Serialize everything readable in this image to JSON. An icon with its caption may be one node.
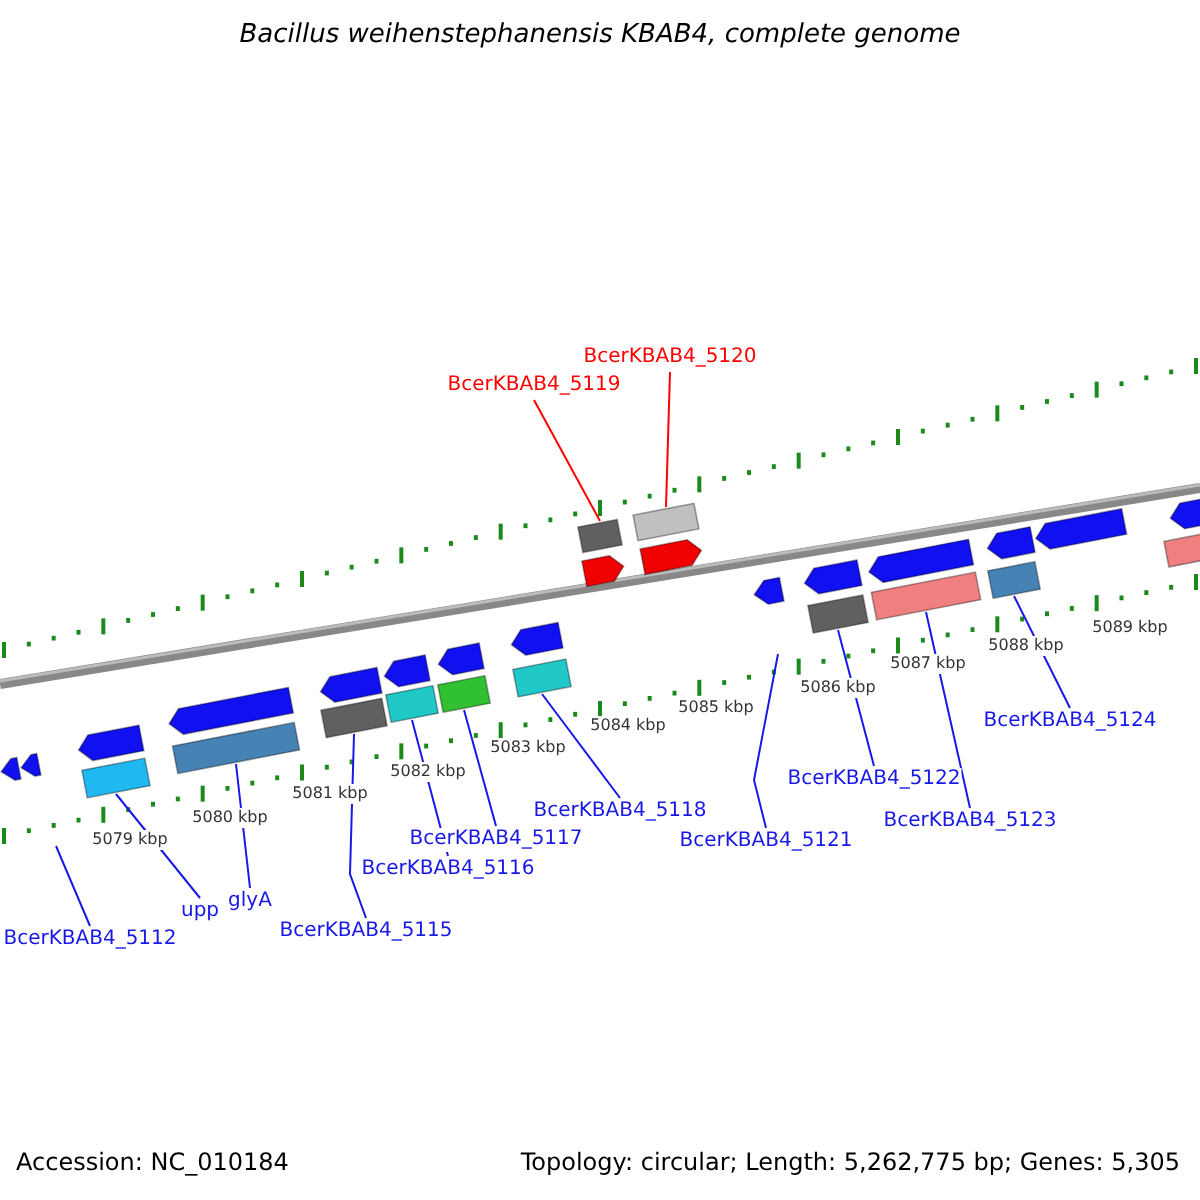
{
  "diagram": {
    "title": "Bacillus weihenstephanensis KBAB4, complete genome",
    "nodes": [
      {
        "text": [
          "BcerKBAB4_5112"
        ]
      },
      {
        "text": [
          "upp"
        ]
      },
      {
        "text": [
          "glyA"
        ]
      },
      {
        "text": [
          "BcerKBAB4_5115"
        ]
      },
      {
        "text": [
          "BcerKBAB4_5116"
        ]
      },
      {
        "text": [
          "BcerKBAB4_5117"
        ]
      },
      {
        "text": [
          "BcerKBAB4_5118"
        ]
      },
      {
        "text": [
          "BcerKBAB4_5119"
        ]
      },
      {
        "text": [
          "BcerKBAB4_5120"
        ]
      },
      {
        "text": [
          "BcerKBAB4_5121"
        ]
      },
      {
        "text": [
          "BcerKBAB4_5122"
        ]
      },
      {
        "text": [
          "BcerKBAB4_5123"
        ]
      },
      {
        "text": [
          "BcerKBAB4_5124"
        ]
      },
      {
        "text": [],
        "shape": "box"
      },
      {
        "text": [],
        "shape": "box"
      },
      {
        "text": [],
        "shape": "box"
      },
      {
        "text": [],
        "shape": "box"
      },
      {
        "text": [],
        "shape": "box"
      },
      {
        "text": [],
        "shape": "box"
      },
      {
        "text": [],
        "shape": "box"
      },
      {
        "text": [],
        "shape": "box"
      },
      {
        "text": [],
        "shape": "box"
      },
      {
        "text": [],
        "shape": "box"
      },
      {
        "text": [],
        "shape": "box"
      }
    ],
    "edges": [
      {
        "from": 0,
        "to": null,
        "arrow": "none"
      },
      {
        "from": 1,
        "to": 13,
        "arrow": "none"
      },
      {
        "from": 2,
        "to": 14,
        "arrow": "none"
      },
      {
        "from": 3,
        "to": 15,
        "arrow": "none"
      },
      {
        "from": 4,
        "to": 16,
        "arrow": "none"
      },
      {
        "from": 5,
        "to": 17,
        "arrow": "none"
      },
      {
        "from": 6,
        "to": 18,
        "arrow": "none"
      },
      {
        "from": 7,
        "to": 19,
        "arrow": "none",
        "color": "#ff0000"
      },
      {
        "from": 8,
        "to": 20,
        "arrow": "none",
        "color": "#ff0000"
      },
      {
        "from": 9,
        "to": null,
        "arrow": "none"
      },
      {
        "from": 10,
        "to": 21,
        "arrow": "none"
      },
      {
        "from": 11,
        "to": 22,
        "arrow": "none"
      },
      {
        "from": 12,
        "to": 23,
        "arrow": "none"
      }
    ],
    "labels": [
      "5079 kbp",
      "5080 kbp",
      "5081 kbp",
      "5082 kbp",
      "5083 kbp",
      "5084 kbp",
      "5085 kbp",
      "5086 kbp",
      "5087 kbp",
      "5088 kbp",
      "5089 kbp",
      "Accession: NC_010184",
      "Topology: circular; Length: 5,262,775 bp; Genes: 5,305"
    ]
  }
}
